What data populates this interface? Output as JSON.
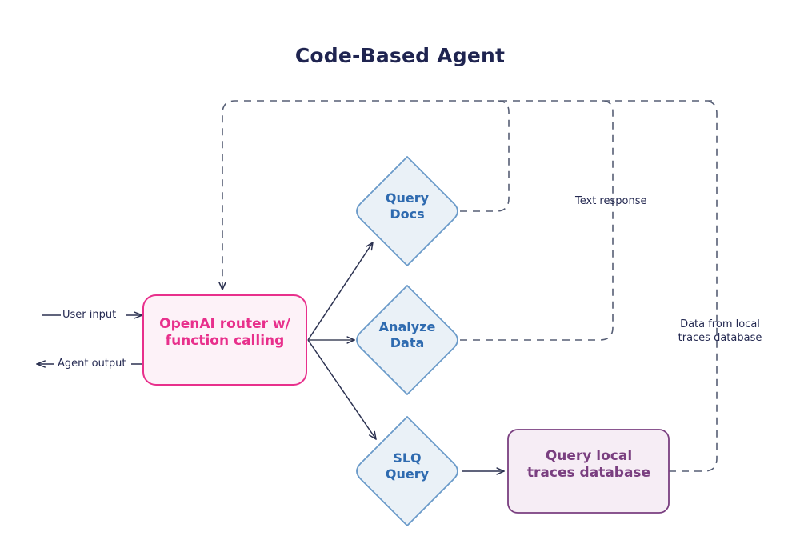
{
  "title": "Code-Based Agent",
  "colors": {
    "title_text": "#1f2450",
    "router_border": "#e8308c",
    "router_fill": "#fdf2f8",
    "router_text": "#e8308c",
    "diamond_border": "#6a9ac9",
    "diamond_fill": "#eaf1f7",
    "diamond_text": "#2f6bb0",
    "db_border": "#7a3f80",
    "db_fill": "#f6edf5",
    "db_text": "#7a3f80",
    "solid_edge": "#2b3150",
    "dashed_edge": "#565e75",
    "label_text": "#252a52",
    "background": "#ffffff"
  },
  "nodes": {
    "router": {
      "label_line1": "OpenAI router w/",
      "label_line2": "function calling",
      "shape": "rounded-rectangle"
    },
    "query_docs": {
      "label_line1": "Query",
      "label_line2": "Docs",
      "shape": "diamond"
    },
    "analyze_data": {
      "label_line1": "Analyze",
      "label_line2": "Data",
      "shape": "diamond"
    },
    "slq_query": {
      "label_line1": "SLQ",
      "label_line2": "Query",
      "shape": "diamond"
    },
    "query_local_traces_db": {
      "label_line1": "Query local",
      "label_line2": "traces database",
      "shape": "rounded-rectangle"
    }
  },
  "edges": {
    "user_input": {
      "label": "User input",
      "style": "solid",
      "arrow": "right"
    },
    "agent_output": {
      "label": "Agent output",
      "style": "solid",
      "arrow": "left"
    },
    "text_response": {
      "label": "Text response",
      "style": "dashed"
    },
    "data_from_db": {
      "label_line1": "Data from local",
      "label_line2": "traces database",
      "style": "dashed"
    },
    "router_to_query_docs": {
      "label": "",
      "style": "solid",
      "arrow": "end"
    },
    "router_to_analyze_data": {
      "label": "",
      "style": "solid",
      "arrow": "end"
    },
    "router_to_slq_query": {
      "label": "",
      "style": "solid",
      "arrow": "end"
    },
    "slq_to_db": {
      "label": "",
      "style": "solid",
      "arrow": "end"
    },
    "feedback_to_router": {
      "label": "",
      "style": "dashed",
      "arrow": "end"
    }
  }
}
